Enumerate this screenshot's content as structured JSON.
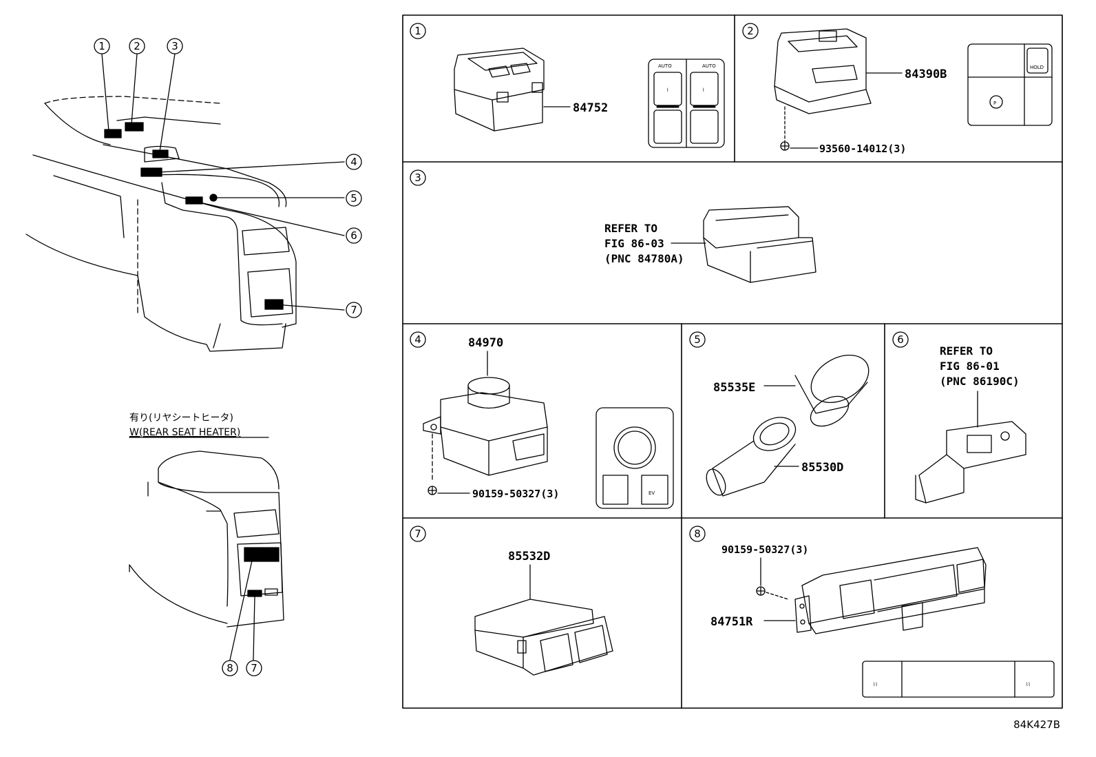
{
  "overview": {
    "callouts": [
      "1",
      "2",
      "3",
      "4",
      "5",
      "6",
      "7"
    ],
    "heater_note_jp": "有り(リヤシートヒータ)",
    "heater_note_en": "W(REAR SEAT HEATER)",
    "heater_callouts": [
      "8",
      "7"
    ]
  },
  "panels": [
    {
      "num": "1",
      "parts": [
        "84752"
      ],
      "switch_labels": [
        "AUTO",
        "AUTO"
      ]
    },
    {
      "num": "2",
      "parts": [
        "84390B",
        "93560-14012(3)"
      ],
      "switch_labels": [
        "HOLD"
      ]
    },
    {
      "num": "3",
      "refer": [
        "REFER TO",
        "FIG 86-03",
        "(PNC 84780A)"
      ]
    },
    {
      "num": "4",
      "parts": [
        "84970",
        "90159-50327(3)"
      ],
      "switch_labels": [
        "EV"
      ]
    },
    {
      "num": "5",
      "parts": [
        "85535E",
        "85530D"
      ]
    },
    {
      "num": "6",
      "refer": [
        "REFER TO",
        "FIG 86-01",
        "(PNC 86190C)"
      ]
    },
    {
      "num": "7",
      "parts": [
        "85532D"
      ]
    },
    {
      "num": "8",
      "parts": [
        "90159-50327(3)",
        "84751R"
      ]
    }
  ],
  "figure_id": "84K427B"
}
